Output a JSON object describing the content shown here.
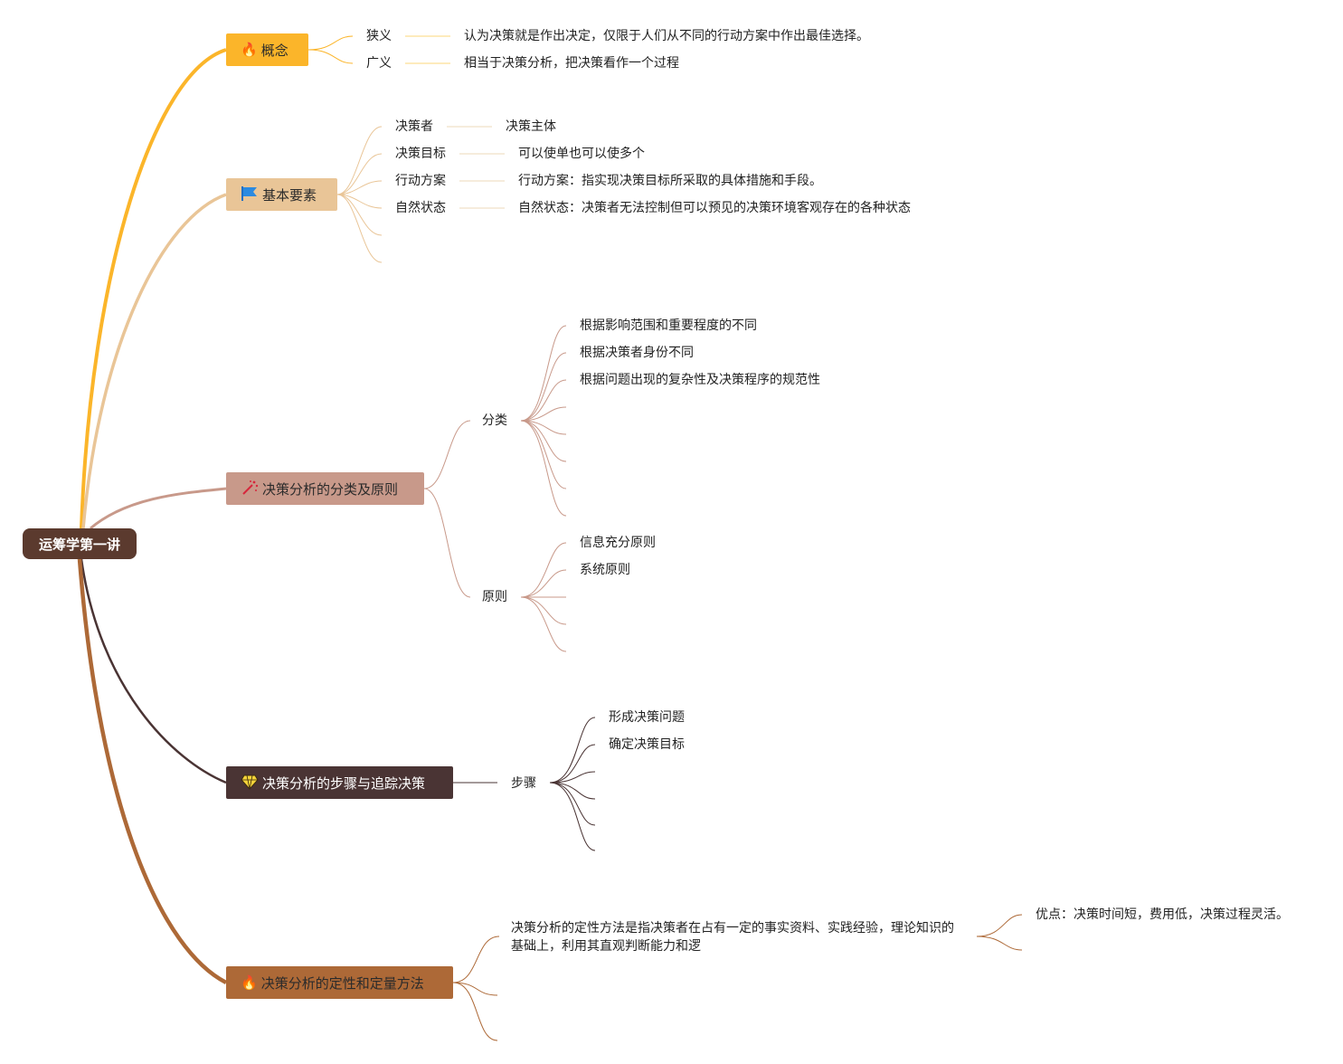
{
  "root": {
    "label": "运筹学第一讲"
  },
  "colors": {
    "concept": "#fbb52a",
    "basic": "#e9c597",
    "classification": "#c8998a",
    "steps": "#4a3434",
    "methods": "#ad6937",
    "root": "#5b3a2e"
  },
  "branches": {
    "concept": {
      "label": "概念",
      "icon": "fire-icon",
      "children": [
        {
          "label": "狭义",
          "detail": "认为决策就是作出决定，仅限于人们从不同的行动方案中作出最佳选择。"
        },
        {
          "label": "广义",
          "detail": "相当于决策分析，把决策看作一个过程"
        }
      ]
    },
    "basic": {
      "label": "基本要素",
      "icon": "flag-icon",
      "children": [
        {
          "label": "决策者",
          "detail": "决策主体"
        },
        {
          "label": "决策目标",
          "detail": "可以使单也可以使多个"
        },
        {
          "label": "行动方案",
          "detail": "行动方案：指实现决策目标所采取的具体措施和手段。"
        },
        {
          "label": "自然状态",
          "detail": "自然状态：决策者无法控制但可以预见的决策环境客观存在的各种状态"
        }
      ]
    },
    "classification": {
      "label": "决策分析的分类及原则",
      "icon": "magic-wand-icon",
      "groups": [
        {
          "label": "分类",
          "items": [
            "根据影响范围和重要程度的不同",
            "根据决策者身份不同",
            "根据问题出现的复杂性及决策程序的规范性"
          ]
        },
        {
          "label": "原则",
          "items": [
            "信息充分原则",
            "系统原则"
          ]
        }
      ]
    },
    "steps": {
      "label": "决策分析的步骤与追踪决策",
      "icon": "diamond-icon",
      "group": {
        "label": "步骤",
        "items": [
          "形成决策问题",
          "确定决策目标"
        ]
      }
    },
    "methods": {
      "label": "决策分析的定性和定量方法",
      "icon": "fire-icon",
      "qualitative": "决策分析的定性方法是指决策者在占有一定的事实资料、实践经验，理论知识的基础上，利用其直观判断能力和逻",
      "advantage": "优点：决策时间短，费用低，决策过程灵活。"
    }
  }
}
